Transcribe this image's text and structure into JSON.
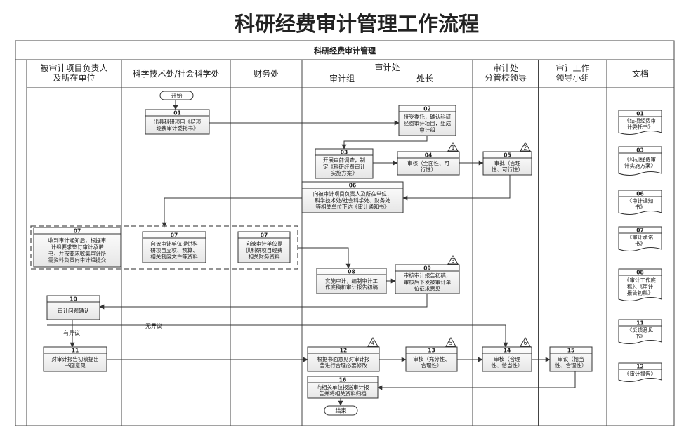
{
  "title": "科研经费审计管理工作流程",
  "banner": "科研经费审计管理",
  "lanes": [
    {
      "lines": [
        "被审计项目负责人",
        "及所在单位"
      ]
    },
    {
      "lines": [
        "科学技术处/社会科学处"
      ]
    },
    {
      "lines": [
        "财务处"
      ]
    },
    {
      "lines": [
        "审计处"
      ],
      "sub": [
        "审计组",
        "处长"
      ]
    },
    {
      "lines": [
        "审计处",
        "分管校领导"
      ]
    },
    {
      "lines": [
        "审计工作",
        "领导小组"
      ]
    },
    {
      "lines": [
        "文档"
      ]
    }
  ],
  "terminals": {
    "start": "开始",
    "end": "结束"
  },
  "steps": [
    {
      "num": "01",
      "lines": [
        "出具科研项目《结项",
        "经费审计委托书》"
      ]
    },
    {
      "num": "02",
      "lines": [
        "接受委托，确认科研",
        "经费审计项目，组成",
        "审计组"
      ]
    },
    {
      "num": "03",
      "lines": [
        "开展审前调查，制",
        "定《科研经费审计",
        "实施方案》"
      ]
    },
    {
      "num": "04",
      "lines": [
        "审核（全面性、可",
        "行性）"
      ],
      "mark": "1"
    },
    {
      "num": "05",
      "lines": [
        "审批（合理",
        "性、可行性）"
      ],
      "mark": "2"
    },
    {
      "num": "06",
      "lines": [
        "向被审计项目负责人及所在单位、",
        "科学技术处/社会科学处、财务处",
        "等相关单位下达《审计通知书》"
      ]
    },
    {
      "num": "07",
      "lines": [
        "收到审计通知后，根据审",
        "计组要求签订审计承诺",
        "书，并按要求收集审计所",
        "需资料负责向审计组提交"
      ]
    },
    {
      "num": "07",
      "lines": [
        "向被审计单位提供科",
        "研项目立项、预算、",
        "相关制度文件等资料"
      ]
    },
    {
      "num": "07",
      "lines": [
        "向被审计单位提",
        "供科研项目经费",
        "相关财务资料"
      ]
    },
    {
      "num": "08",
      "lines": [
        "实施审计，编制审计工",
        "作底稿和审计报告初稿"
      ]
    },
    {
      "num": "09",
      "lines": [
        "审核审计报告初稿，",
        "审核后下发被审计单",
        "位征求意见"
      ],
      "mark": "3"
    },
    {
      "num": "10",
      "lines": [
        "审计问题确认"
      ]
    },
    {
      "num": "11",
      "lines": [
        "对审计报告初稿提出",
        "书面意见"
      ]
    },
    {
      "num": "12",
      "lines": [
        "根据书面意见对审计报",
        "告进行合理必要修改"
      ],
      "mark": "4"
    },
    {
      "num": "13",
      "lines": [
        "审核（充分性、",
        "合理性）"
      ],
      "mark": "5"
    },
    {
      "num": "14",
      "lines": [
        "审核（合理",
        "性、恰当性）"
      ],
      "mark": "6"
    },
    {
      "num": "15",
      "lines": [
        "审议（恰当",
        "性、合理性）"
      ]
    },
    {
      "num": "16",
      "lines": [
        "向相关单位报送审计报",
        "告并将相关资料归档"
      ]
    }
  ],
  "edge_labels": {
    "objection": "有异议",
    "no_objection": "无异议"
  },
  "documents": [
    {
      "num": "01",
      "lines": [
        "《结项经费审",
        "计委托书》"
      ]
    },
    {
      "num": "03",
      "lines": [
        "《科研经费审",
        "计实施方案》"
      ]
    },
    {
      "num": "06",
      "lines": [
        "《审计通知",
        "书》"
      ]
    },
    {
      "num": "07",
      "lines": [
        "《审计承诺",
        "书》"
      ]
    },
    {
      "num": "08",
      "lines": [
        "《审计工作底",
        "稿》、《审计",
        "报告初稿》"
      ]
    },
    {
      "num": "11",
      "lines": [
        "《反馈意见",
        "书》"
      ]
    },
    {
      "num": "12",
      "lines": [
        "《审计报告》"
      ]
    }
  ]
}
